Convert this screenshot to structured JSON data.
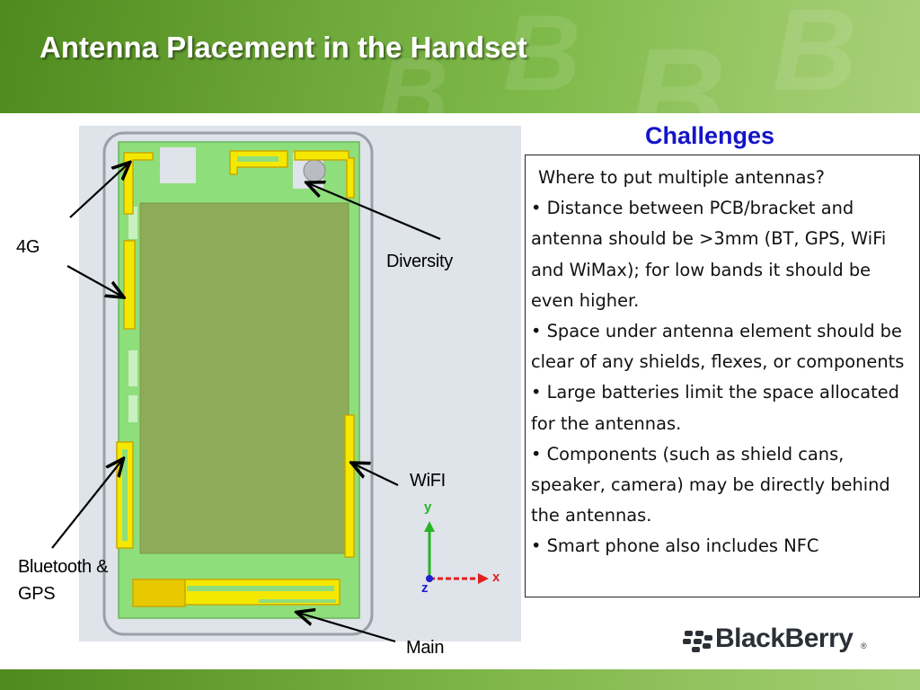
{
  "slide": {
    "title": "Antenna Placement in the Handset"
  },
  "figure": {
    "labels": {
      "4g": "4G",
      "diversity": "Diversity",
      "wifi": "WiFI",
      "bluetooth_line1": "Bluetooth &",
      "bluetooth_line2": "GPS",
      "main": "Main"
    },
    "axes": {
      "y": "y",
      "x": "x",
      "z": "z"
    },
    "colors": {
      "board": "#8fde7c",
      "battery": "#8eab5a",
      "antenna": "#f5e800",
      "antenna_edge": "#c8a800"
    }
  },
  "challenges": {
    "title": "Challenges",
    "intro": "Where to put multiple antennas?",
    "bullets": [
      " Distance between PCB/bracket and antenna should be >3mm (BT, GPS, WiFi and WiMax); for low bands it should be even higher.",
      "Space under antenna element should be clear of any shields, flexes, or components",
      "Large batteries limit the space allocated for the antennas.",
      "Components (such as shield cans, speaker, camera) may be directly behind the antennas.",
      "Smart phone also includes NFC"
    ],
    "bullet_char": "•"
  },
  "logo": {
    "text": "BlackBerry",
    "tm": "®"
  }
}
